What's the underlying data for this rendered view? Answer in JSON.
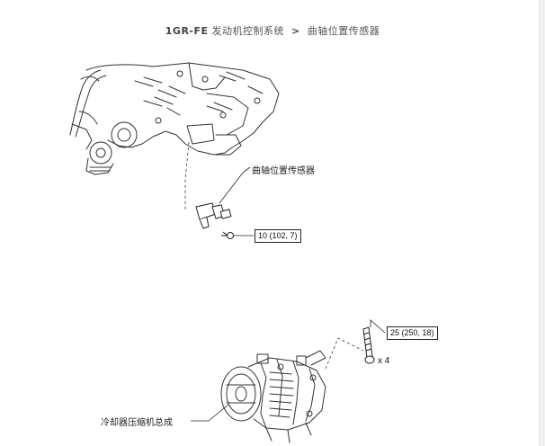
{
  "breadcrumb": {
    "model": "1GR-FE",
    "section": "发动机控制系统",
    "separator": ">",
    "page": "曲轴位置传感器"
  },
  "figure1": {
    "sensor_label": "曲轴位置传感器",
    "torque": "10 (102, 7)"
  },
  "figure2": {
    "compressor_label": "冷却器压缩机总成",
    "torque": "25 (250, 18)",
    "quantity": "x 4"
  }
}
